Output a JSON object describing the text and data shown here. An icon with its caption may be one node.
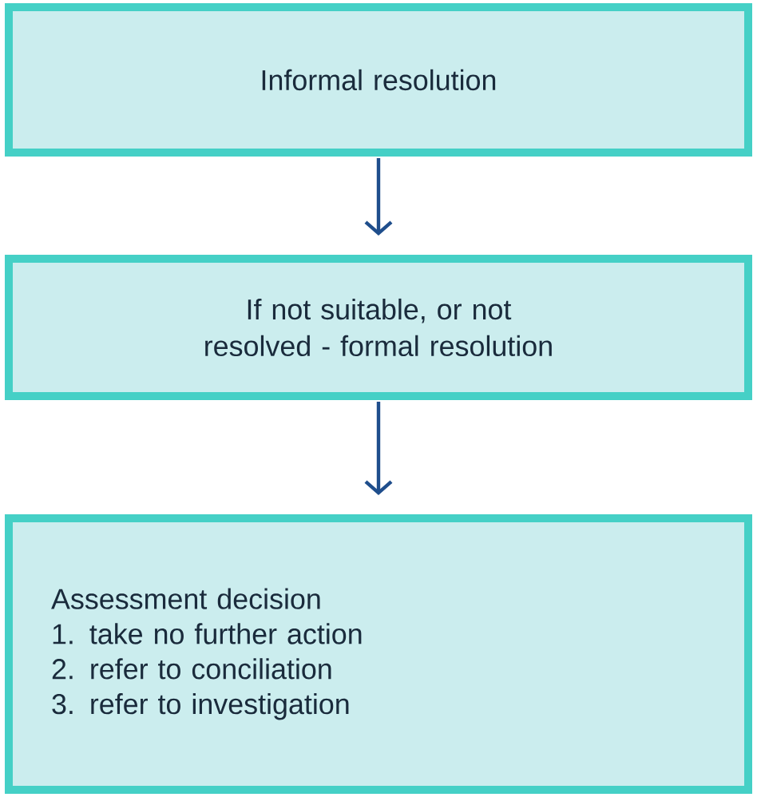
{
  "diagram": {
    "nodes": [
      {
        "text": [
          "Informal resolution"
        ]
      },
      {
        "text": [
          "If not suitable, or not resolved - formal resolution"
        ]
      },
      {
        "text": [
          "Assessment decision",
          "1. take no further action",
          "2. refer to conciliation",
          "3. refer to investigation"
        ]
      }
    ],
    "edges": [
      {
        "from": 0,
        "to": 1,
        "arrow": "to"
      },
      {
        "from": 1,
        "to": 2,
        "arrow": "to"
      }
    ]
  }
}
